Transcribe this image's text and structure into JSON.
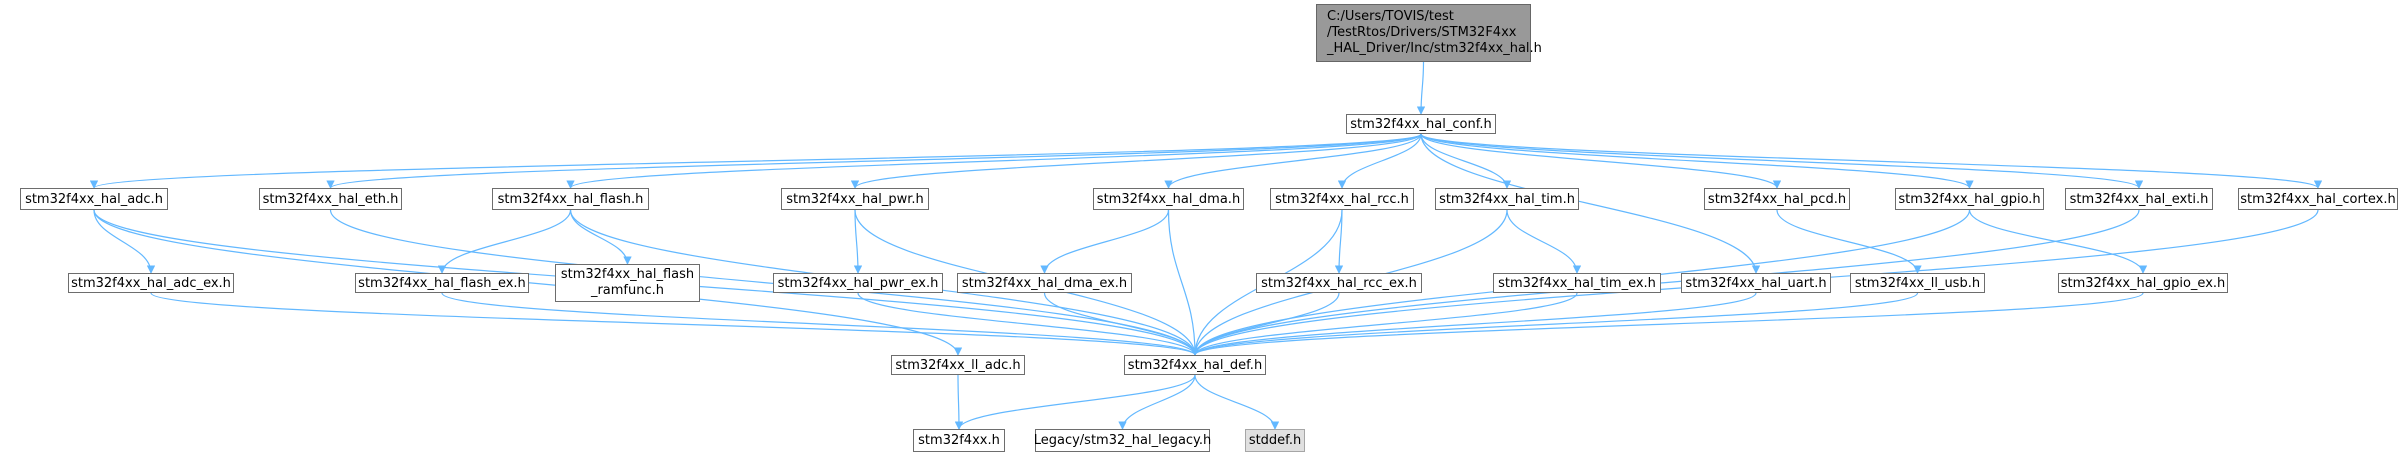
{
  "colors": {
    "edge": "#63b8ff",
    "root_fill": "#999999",
    "system_fill": "#e0e0e0",
    "node_border": "#6d6d6d"
  },
  "nodes": {
    "root": "C:/Users/TOVIS/test\n/TestRtos/Drivers/STM32F4xx\n_HAL_Driver/Inc/stm32f4xx_hal.h",
    "conf": "stm32f4xx_hal_conf.h",
    "adc": "stm32f4xx_hal_adc.h",
    "eth": "stm32f4xx_hal_eth.h",
    "flash": "stm32f4xx_hal_flash.h",
    "pwr": "stm32f4xx_hal_pwr.h",
    "dma": "stm32f4xx_hal_dma.h",
    "rcc": "stm32f4xx_hal_rcc.h",
    "tim": "stm32f4xx_hal_tim.h",
    "pcd": "stm32f4xx_hal_pcd.h",
    "gpio": "stm32f4xx_hal_gpio.h",
    "exti": "stm32f4xx_hal_exti.h",
    "cortex": "stm32f4xx_hal_cortex.h",
    "adc_ex": "stm32f4xx_hal_adc_ex.h",
    "flash_ex": "stm32f4xx_hal_flash_ex.h",
    "flash_ramfunc": "stm32f4xx_hal_flash\n_ramfunc.h",
    "pwr_ex": "stm32f4xx_hal_pwr_ex.h",
    "dma_ex": "stm32f4xx_hal_dma_ex.h",
    "rcc_ex": "stm32f4xx_hal_rcc_ex.h",
    "tim_ex": "stm32f4xx_hal_tim_ex.h",
    "uart": "stm32f4xx_hal_uart.h",
    "ll_usb": "stm32f4xx_ll_usb.h",
    "gpio_ex": "stm32f4xx_hal_gpio_ex.h",
    "ll_adc": "stm32f4xx_ll_adc.h",
    "def": "stm32f4xx_hal_def.h",
    "stm32f4xx": "stm32f4xx.h",
    "legacy": "Legacy/stm32_hal_legacy.h",
    "stddef": "stddef.h"
  },
  "edges": [
    [
      "root",
      "conf"
    ],
    [
      "conf",
      "adc"
    ],
    [
      "conf",
      "eth"
    ],
    [
      "conf",
      "flash"
    ],
    [
      "conf",
      "pwr"
    ],
    [
      "conf",
      "dma"
    ],
    [
      "conf",
      "rcc"
    ],
    [
      "conf",
      "tim"
    ],
    [
      "conf",
      "uart"
    ],
    [
      "conf",
      "pcd"
    ],
    [
      "conf",
      "gpio"
    ],
    [
      "conf",
      "exti"
    ],
    [
      "conf",
      "cortex"
    ],
    [
      "adc",
      "adc_ex"
    ],
    [
      "adc",
      "ll_adc"
    ],
    [
      "adc",
      "def"
    ],
    [
      "adc_ex",
      "def"
    ],
    [
      "eth",
      "def"
    ],
    [
      "flash",
      "flash_ex"
    ],
    [
      "flash",
      "flash_ramfunc"
    ],
    [
      "flash",
      "def"
    ],
    [
      "flash_ex",
      "def"
    ],
    [
      "pwr",
      "pwr_ex"
    ],
    [
      "pwr",
      "def"
    ],
    [
      "pwr_ex",
      "def"
    ],
    [
      "dma",
      "dma_ex"
    ],
    [
      "dma",
      "def"
    ],
    [
      "dma_ex",
      "def"
    ],
    [
      "rcc",
      "rcc_ex"
    ],
    [
      "rcc",
      "def"
    ],
    [
      "rcc_ex",
      "def"
    ],
    [
      "tim",
      "tim_ex"
    ],
    [
      "tim",
      "def"
    ],
    [
      "tim_ex",
      "def"
    ],
    [
      "uart",
      "def"
    ],
    [
      "pcd",
      "ll_usb"
    ],
    [
      "ll_usb",
      "def"
    ],
    [
      "gpio",
      "gpio_ex"
    ],
    [
      "gpio",
      "def"
    ],
    [
      "gpio_ex",
      "def"
    ],
    [
      "exti",
      "def"
    ],
    [
      "cortex",
      "def"
    ],
    [
      "ll_adc",
      "stm32f4xx"
    ],
    [
      "def",
      "stm32f4xx"
    ],
    [
      "def",
      "legacy"
    ],
    [
      "def",
      "stddef"
    ]
  ]
}
